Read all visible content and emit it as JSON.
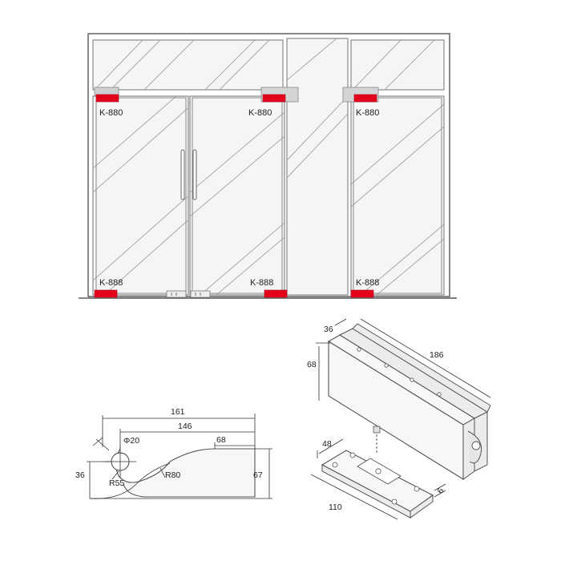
{
  "colors": {
    "fitting_red": "#e3001b",
    "glass_fill": "#f4f6f6",
    "line": "#6a6a6a"
  },
  "door_labels": {
    "top_left": "K-880",
    "top_middle": "K-880",
    "top_right": "K-880",
    "bottom_left": "K-888",
    "bottom_middle": "K-888",
    "bottom_right": "K-888"
  },
  "profile_dims": {
    "length_161": "161",
    "length_146": "146",
    "length_68": "68",
    "diameter": "Φ20",
    "height_36": "36",
    "height_67": "67",
    "radius_55": "R55",
    "radius_80": "R80"
  },
  "box_dims": {
    "depth": "36",
    "length": "186",
    "height": "68"
  },
  "plate_dims": {
    "width": "48",
    "length": "110",
    "thickness": "6"
  }
}
